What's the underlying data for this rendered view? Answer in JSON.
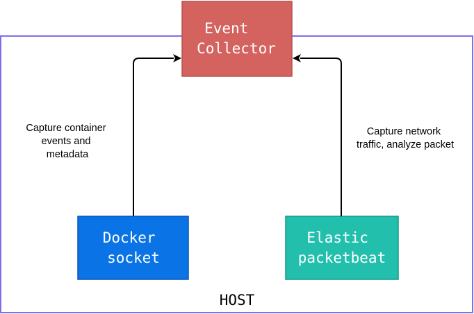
{
  "host": {
    "label": "HOST",
    "border_color": "#7b6ef0"
  },
  "nodes": {
    "event_collector": {
      "line1": "Event",
      "line2": "Collector",
      "fill": "#d4625f",
      "stroke": "#b6504d"
    },
    "docker_socket": {
      "line1": "Docker",
      "line2": "socket",
      "fill": "#0a74e6",
      "stroke": "#0b55b0"
    },
    "elastic_packetbeat": {
      "line1": "Elastic",
      "line2": "packetbeat",
      "fill": "#22bfad",
      "stroke": "#16968a"
    }
  },
  "edges": {
    "docker_to_collector": {
      "line1": "Capture container",
      "line2": "events and",
      "line3": "metadata"
    },
    "packetbeat_to_collector": {
      "line1": "Capture network",
      "line2": "traffic, analyze packet"
    }
  }
}
